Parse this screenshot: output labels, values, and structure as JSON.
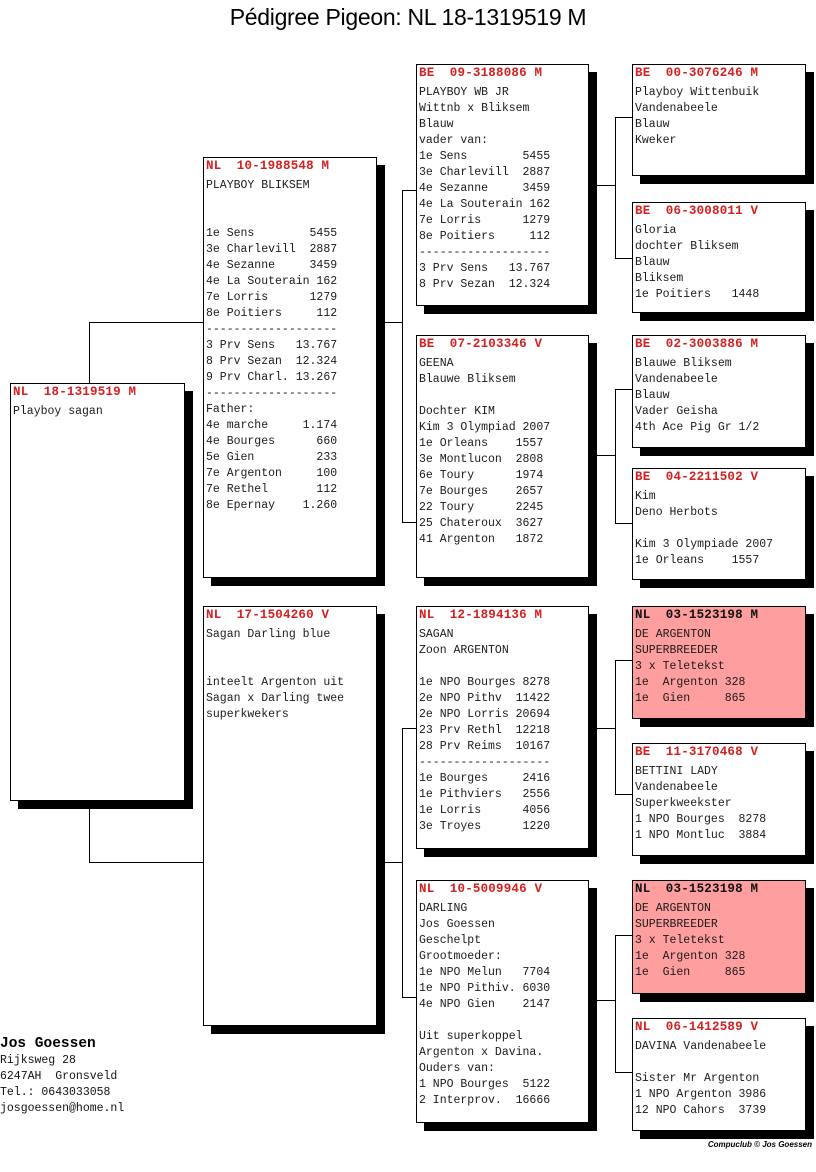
{
  "title": "Pédigree Pigeon: NL  18-1319519 M",
  "pigeons": {
    "g1": {
      "ring": "NL  18-1319519 M",
      "lines": [
        "Playboy sagan"
      ]
    },
    "g2_father": {
      "ring": "NL  10-1988548 M",
      "lines": [
        "PLAYBOY BLIKSEM",
        "",
        "",
        "1e Sens        5455",
        "3e Charlevill  2887",
        "4e Sezanne     3459",
        "4e La Souterain 162",
        "7e Lorris      1279",
        "8e Poitiers     112",
        "-------------------",
        "3 Prv Sens   13.767",
        "8 Prv Sezan  12.324",
        "9 Prv Charl. 13.267",
        "-------------------",
        "Father:",
        "4e marche     1.174",
        "4e Bourges      660",
        "5e Gien         233",
        "7e Argenton     100",
        "7e Rethel       112",
        "8e Epernay    1.260"
      ]
    },
    "g2_mother": {
      "ring": "NL  17-1504260 V",
      "lines": [
        "Sagan Darling blue",
        "",
        "",
        "inteelt Argenton uit",
        "Sagan x Darling twee",
        "superkwekers"
      ]
    },
    "g3_ff": {
      "ring": "BE  09-3188086 M",
      "lines": [
        "PLAYBOY WB JR",
        "Wittnb x Bliksem",
        "Blauw",
        "vader van:",
        "1e Sens        5455",
        "3e Charlevill  2887",
        "4e Sezanne     3459",
        "4e La Souterain 162",
        "7e Lorris      1279",
        "8e Poitiers     112",
        "-------------------",
        "3 Prv Sens   13.767",
        "8 Prv Sezan  12.324"
      ]
    },
    "g3_fm": {
      "ring": "BE  07-2103346 V",
      "lines": [
        "GEENA",
        "Blauwe Bliksem",
        "",
        "Dochter KIM",
        "Kim 3 Olympiad 2007",
        "1e Orleans    1557",
        "3e Montlucon  2808",
        "6e Toury      1974",
        "7e Bourges    2657",
        "22 Toury      2245",
        "25 Chateroux  3627",
        "41 Argenton   1872"
      ]
    },
    "g3_mf": {
      "ring": "NL  12-1894136 M",
      "lines": [
        "SAGAN",
        "Zoon ARGENTON",
        "",
        "1e NPO Bourges 8278",
        "2e NPO Pithv  11422",
        "2e NPO Lorris 20694",
        "23 Prv Rethl  12218",
        "28 Prv Reims  10167",
        "-------------------",
        "1e Bourges     2416",
        "1e Pithviers   2556",
        "1e Lorris      4056",
        "3e Troyes      1220"
      ]
    },
    "g3_mm": {
      "ring": "NL  10-5009946 V",
      "lines": [
        "DARLING",
        "Jos Goessen",
        "Geschelpt",
        "Grootmoeder:",
        "1e NPO Melun   7704",
        "1e NPO Pithiv. 6030",
        "4e NPO Gien    2147",
        "",
        "Uit superkoppel",
        "Argenton x Davina.",
        "Ouders van:",
        "1 NPO Bourges  5122",
        "2 Interprov.  16666"
      ]
    },
    "g4_fff": {
      "ring": "BE  00-3076246 M",
      "lines": [
        "Playboy Wittenbuik",
        "Vandenabeele",
        "Blauw",
        "Kweker"
      ]
    },
    "g4_ffm": {
      "ring": "BE  06-3008011 V",
      "lines": [
        "Gloria",
        "dochter Bliksem",
        "Blauw",
        "Bliksem",
        "1e Poitiers   1448"
      ]
    },
    "g4_fmf": {
      "ring": "BE  02-3003886 M",
      "lines": [
        "Blauwe Bliksem",
        "Vandenabeele",
        "Blauw",
        "Vader Geisha",
        "4th Ace Pig Gr 1/2"
      ]
    },
    "g4_fmm": {
      "ring": "BE  04-2211502 V",
      "lines": [
        "Kim",
        "Deno Herbots",
        "",
        "Kim 3 Olympiade 2007",
        "1e Orleans    1557"
      ]
    },
    "g4_mff": {
      "ring": "NL  03-1523198 M",
      "highlight": true,
      "lines": [
        "DE ARGENTON",
        "SUPERBREEDER",
        "3 x Teletekst",
        "1e  Argenton 328",
        "1e  Gien     865"
      ]
    },
    "g4_mfm": {
      "ring": "BE  11-3170468 V",
      "lines": [
        "BETTINI LADY",
        "Vandenabeele",
        "Superkweekster",
        "1 NPO Bourges  8278",
        "1 NPO Montluc  3884"
      ]
    },
    "g4_mmf": {
      "ring": "NL  03-1523198 M",
      "highlight": true,
      "lines": [
        "DE ARGENTON",
        "SUPERBREEDER",
        "3 x Teletekst",
        "1e  Argenton 328",
        "1e  Gien     865"
      ]
    },
    "g4_mmm": {
      "ring": "NL  06-1412589 V",
      "lines": [
        "DAVINA Vandenabeele",
        "",
        "Sister Mr Argenton",
        "1 NPO Argenton 3986",
        "12 NPO Cahors  3739"
      ]
    }
  },
  "owner": {
    "name": "Jos Goessen",
    "address": "Rijksweg 28",
    "city": "6247AH  Gronsveld",
    "phone": "Tel.: 0643033058",
    "email": "josgoessen@home.nl"
  },
  "credit": "Compuclub © Jos Goessen",
  "colors": {
    "ring_red": "#d42020",
    "highlight_bg": "#ff9e9e"
  }
}
